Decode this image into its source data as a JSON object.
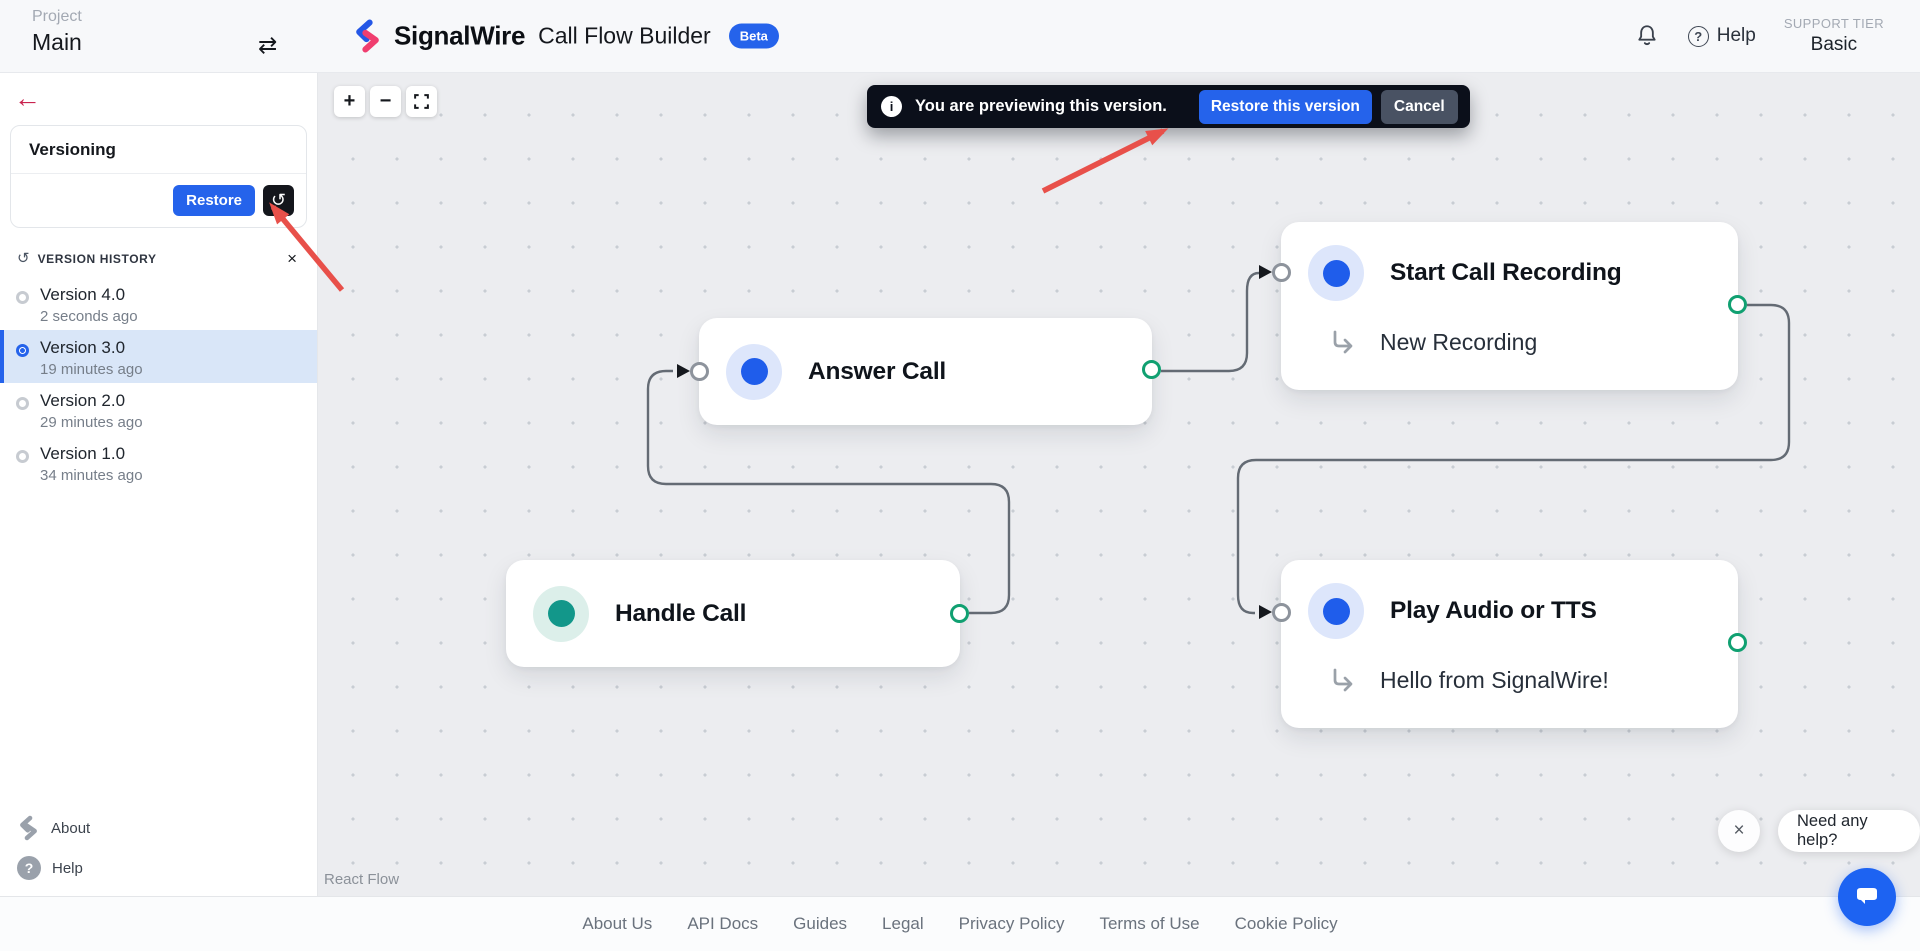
{
  "header": {
    "project_label": "Project",
    "project_name": "Main",
    "brand_name": "SignalWire",
    "app_title": "Call Flow Builder",
    "beta_badge": "Beta",
    "help_label": "Help",
    "support_tier_label": "SUPPORT TIER",
    "support_tier_value": "Basic"
  },
  "sidebar": {
    "panel_title": "Versioning",
    "restore_button_label": "Restore",
    "history_header": "VERSION HISTORY",
    "versions": [
      {
        "name": "Version 4.0",
        "time": "2 seconds ago",
        "selected": false
      },
      {
        "name": "Version 3.0",
        "time": "19 minutes ago",
        "selected": true
      },
      {
        "name": "Version 2.0",
        "time": "29 minutes ago",
        "selected": false
      },
      {
        "name": "Version 1.0",
        "time": "34 minutes ago",
        "selected": false
      }
    ],
    "about_label": "About",
    "help_label": "Help"
  },
  "preview_banner": {
    "message": "You are previewing this version.",
    "restore_button_label": "Restore this version",
    "cancel_button_label": "Cancel",
    "info_glyph": "i"
  },
  "canvas": {
    "zoom_in_label": "+",
    "zoom_out_label": "−",
    "attribution": "React Flow",
    "nodes": [
      {
        "title": "Answer Call"
      },
      {
        "title": "Start Call Recording",
        "subtitle": "New Recording"
      },
      {
        "title": "Handle Call"
      },
      {
        "title": "Play Audio or TTS",
        "subtitle": "Hello from SignalWire!"
      }
    ]
  },
  "footer": {
    "links": [
      "About Us",
      "API Docs",
      "Guides",
      "Legal",
      "Privacy Policy",
      "Terms of Use",
      "Cookie Policy"
    ]
  },
  "chat": {
    "tooltip": "Need any help?",
    "close_glyph": "×"
  },
  "icons": {
    "swap_glyph": "⇄",
    "back_glyph": "←",
    "history_glyph": "↺",
    "close_glyph": "×",
    "question_glyph": "?"
  },
  "colors": {
    "accent_blue": "#2563eb",
    "brand_pink": "#f03e6f",
    "node_teal": "#12978a",
    "handle_green": "#10a071",
    "annotation_red": "#e8504a",
    "banner_bg": "#0b0f1a",
    "selected_version_bg": "#d9e6f8"
  }
}
